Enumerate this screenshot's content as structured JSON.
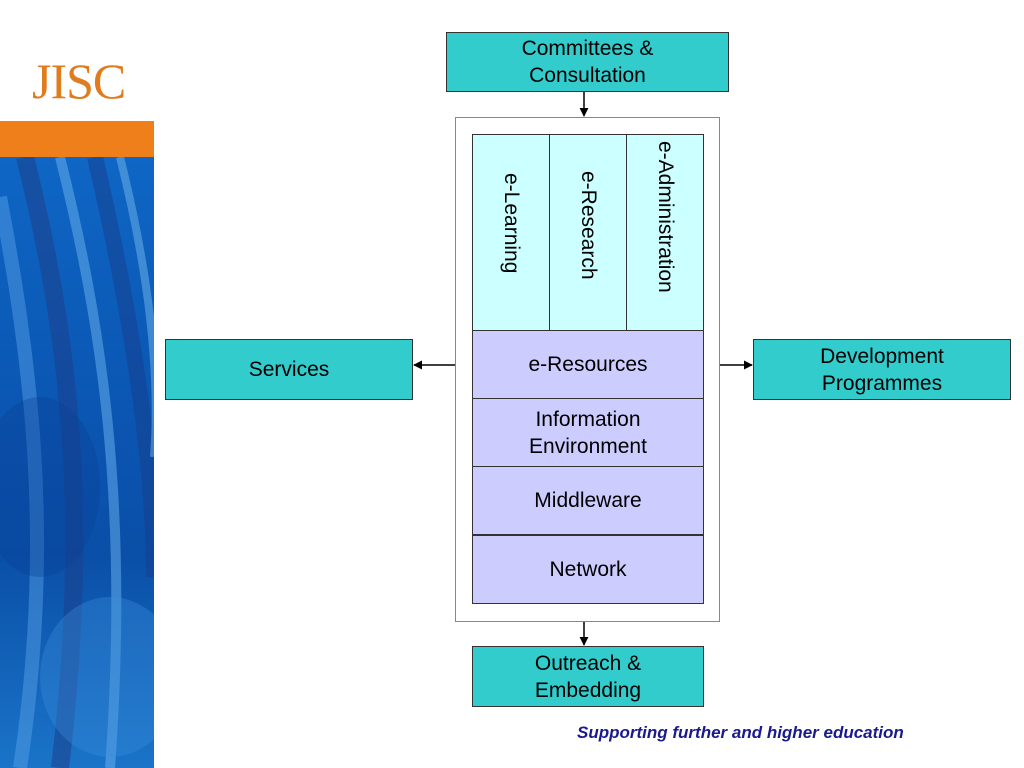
{
  "logo": {
    "text": "JISC"
  },
  "boxes": {
    "committees": "Committees & Consultation",
    "services": "Services",
    "development": "Development Programmes",
    "outreach": "Outreach & Embedding"
  },
  "vertical": {
    "learning": "e-Learning",
    "research": "e-Research",
    "administration": "e-Administration"
  },
  "layers": {
    "resources": "e-Resources",
    "information": "Information Environment",
    "middleware": "Middleware",
    "network": "Network"
  },
  "footer": {
    "tagline": "Supporting further and higher education"
  },
  "colors": {
    "teal": "#33cccc",
    "lilac": "#ccccff",
    "light_cyan": "#ccffff",
    "orange": "#ef7f1a",
    "footer_text": "#1a1a8c"
  }
}
